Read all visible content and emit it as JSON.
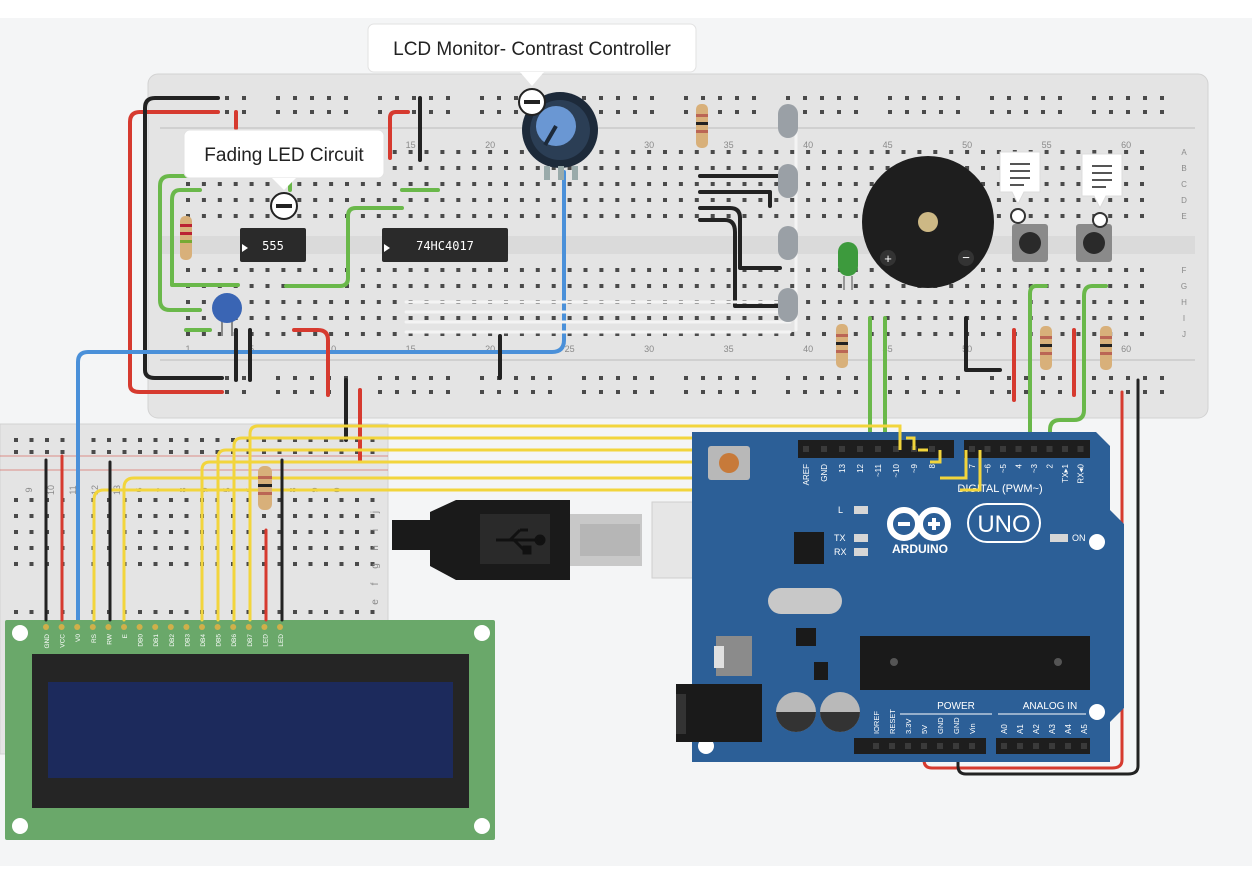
{
  "annotations": {
    "lcd_contrast": "LCD Monitor- Contrast Controller",
    "fading_led": "Fading LED Circuit"
  },
  "breadboard": {
    "column_numbers": [
      "1",
      "5",
      "10",
      "15",
      "20",
      "25",
      "30",
      "35",
      "40",
      "45",
      "50",
      "55",
      "60"
    ],
    "row_letters": [
      "A",
      "B",
      "C",
      "D",
      "E",
      "F",
      "G",
      "H",
      "I",
      "J"
    ]
  },
  "chips": {
    "timer": "555",
    "counter": "74HC4017"
  },
  "small_breadboard": {
    "row_letters": [
      "j",
      "i",
      "h",
      "g",
      "f",
      "e"
    ],
    "column_numbers": [
      "9",
      "10",
      "11",
      "12",
      "13",
      "6",
      "7",
      "8",
      "9",
      "5",
      "6",
      "7",
      "8",
      "9",
      "0"
    ]
  },
  "lcd": {
    "pin_labels": [
      "GND",
      "VCC",
      "V0",
      "RS",
      "RW",
      "E",
      "DB0",
      "DB1",
      "DB2",
      "DB3",
      "DB4",
      "DB5",
      "DB6",
      "DB7",
      "LED",
      "LED"
    ]
  },
  "arduino": {
    "model": "UNO",
    "brand": "ARDUINO",
    "digital_label": "DIGITAL (PWM~)",
    "on_label": "ON",
    "l_label": "L",
    "tx_label": "TX",
    "rx_label": "RX",
    "digital_pins": [
      "AREF",
      "GND",
      "13",
      "12",
      "~11",
      "~10",
      "~9",
      "8",
      "7",
      "~6",
      "~5",
      "4",
      "~3",
      "2",
      "TX▸1",
      "RX◂0"
    ],
    "power_header_label": "POWER",
    "analog_header_label": "ANALOG IN",
    "power_pins": [
      "IOREF",
      "RESET",
      "3.3V",
      "5V",
      "GND",
      "GND",
      "Vin"
    ],
    "analog_pins": [
      "A0",
      "A1",
      "A2",
      "A3",
      "A4",
      "A5"
    ]
  },
  "colors": {
    "breadboard": "#e4e4e4",
    "arduino_board": "#2c5f97",
    "lcd_pcb": "#6aa86a",
    "lcd_screen": "#1c2a5c",
    "wire_yellow": "#f2d53c",
    "wire_green": "#6ab84a",
    "wire_red": "#d63a2f",
    "wire_black": "#222222",
    "wire_blue": "#4a90d9",
    "wire_white": "#f4f4f4"
  }
}
